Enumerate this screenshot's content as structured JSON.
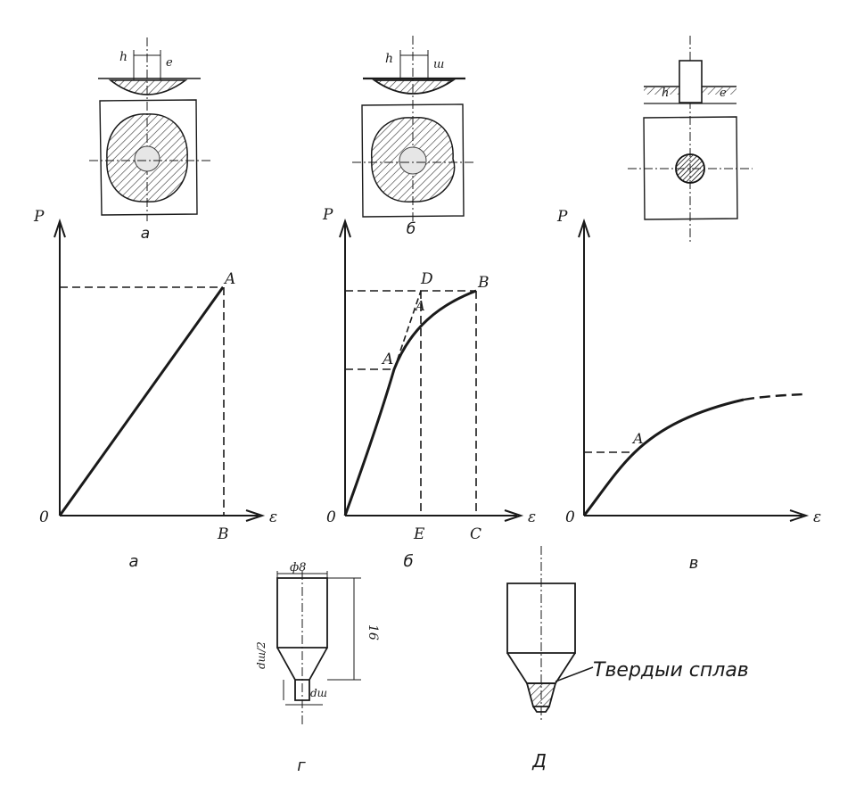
{
  "panel_a": {
    "axis_p": "P",
    "axis_e": "ε",
    "origin": "0",
    "point_a": "A",
    "point_b": "B",
    "caption": "а",
    "sketch_caption": "а",
    "dim_h": "h",
    "dim_e": "е"
  },
  "panel_b": {
    "axis_p": "P",
    "axis_e": "ε",
    "origin": "0",
    "point_a": "A",
    "point_a2": "A",
    "point_b": "B",
    "point_d": "D",
    "point_e": "E",
    "point_c": "C",
    "caption": "б",
    "sketch_caption": "б",
    "dim_h": "h",
    "dim_e": "ш"
  },
  "panel_v": {
    "axis_p": "P",
    "axis_e": "ε",
    "origin": "0",
    "point_a": "A",
    "caption": "в",
    "dim_h": "h",
    "dim_e": "е"
  },
  "tool_g": {
    "dim_diameter": "ф8",
    "dim_length": "16",
    "dim_half": "dш/2",
    "dim_d": "dш",
    "caption": "г"
  },
  "tool_d": {
    "label": "Твердыи сплав",
    "caption": "Д"
  }
}
